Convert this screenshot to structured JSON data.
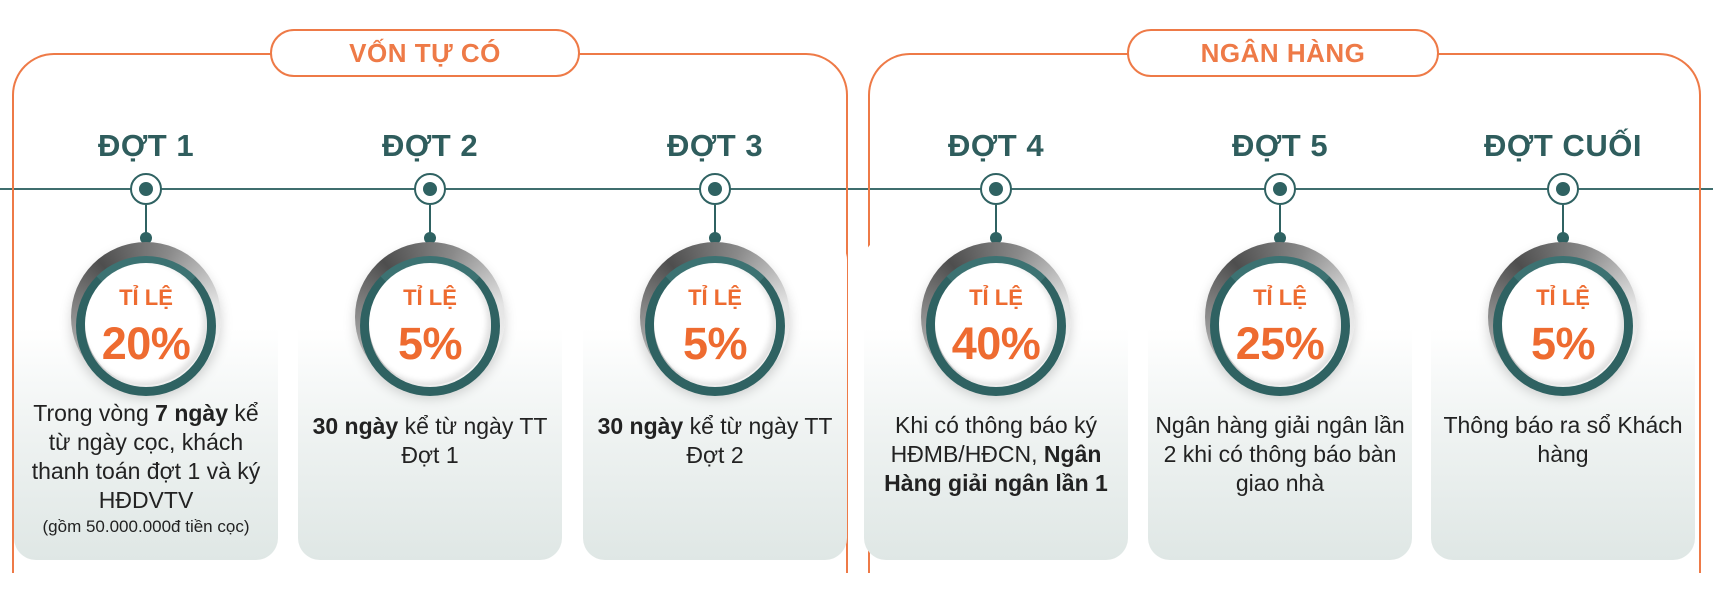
{
  "groups": [
    {
      "label": "VỐN TỰ CÓ"
    },
    {
      "label": "NGÂN HÀNG"
    }
  ],
  "stages": [
    {
      "title": "ĐỢT 1",
      "rate_label": "TỈ LỆ",
      "rate": "20%",
      "desc": {
        "pre": "Trong vòng ",
        "bold": "7 ngày",
        "post": " kể từ ngày cọc, khách thanh toán đợt 1 và ký HĐDVTV",
        "small": "(gồm 50.000.000đ tiền cọc)"
      }
    },
    {
      "title": "ĐỢT 2",
      "rate_label": "TỈ LỆ",
      "rate": "5%",
      "desc": {
        "pre": "",
        "bold": "30 ngày",
        "post": " kể từ ngày TT Đợt 1",
        "small": ""
      }
    },
    {
      "title": "ĐỢT 3",
      "rate_label": "TỈ LỆ",
      "rate": "5%",
      "desc": {
        "pre": "",
        "bold": "30 ngày",
        "post": " kể từ ngày TT Đợt 2",
        "small": ""
      }
    },
    {
      "title": "ĐỢT 4",
      "rate_label": "TỈ LỆ",
      "rate": "40%",
      "desc": {
        "pre": "Khi có thông báo ký HĐMB/HĐCN, ",
        "bold": "Ngân Hàng giải ngân lần 1",
        "post": "",
        "small": ""
      }
    },
    {
      "title": "ĐỢT 5",
      "rate_label": "TỈ LỆ",
      "rate": "25%",
      "desc": {
        "pre": "Ngân hàng giải ngân lần 2 khi có thông báo bàn giao nhà",
        "bold": "",
        "post": "",
        "small": ""
      }
    },
    {
      "title": "ĐỢT CUỐI",
      "rate_label": "TỈ LỆ",
      "rate": "5%",
      "desc": {
        "pre": "Thông báo ra sổ Khách hàng",
        "bold": "",
        "post": "",
        "small": ""
      }
    }
  ],
  "colors": {
    "accent": "#ee6b30",
    "frame": "#ee7a47",
    "teal": "#2f6262",
    "text": "#222222"
  },
  "icons": [
    "timeline-node-icon",
    "progress-ring-icon"
  ]
}
